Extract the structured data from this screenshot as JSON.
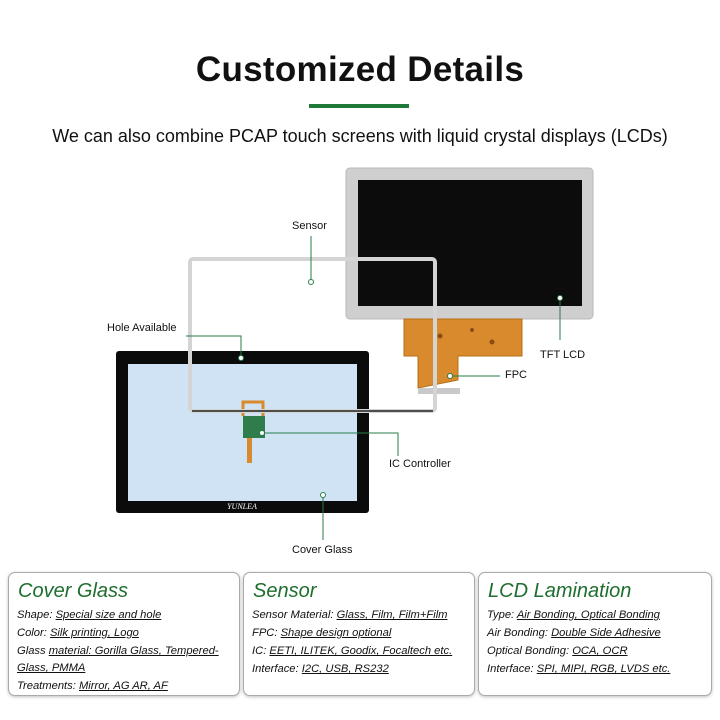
{
  "header": {
    "title": "Customized Details",
    "subtitle": "We can also combine PCAP touch screens with liquid crystal displays (LCDs)"
  },
  "diagram": {
    "brand": "YUNLEA",
    "callouts": {
      "sensor": "Sensor",
      "hole": "Hole Available",
      "tft": "TFT LCD",
      "fpc": "FPC",
      "ic": "IC Controller",
      "cover": "Cover Glass"
    },
    "colors": {
      "lcd_frame": "#cfcfcf",
      "lcd_screen": "#0c0c0c",
      "fpc": "#d88a2c",
      "cover_bezel": "#0b0b0b",
      "cover_glass": "#cfe3f5",
      "leader": "#2a7d4a"
    }
  },
  "boxes": [
    {
      "title": "Cover Glass",
      "lines": [
        {
          "k": "Shape: ",
          "v": "Special size and hole"
        },
        {
          "k": "Color: ",
          "v": "Silk printing, Logo"
        },
        {
          "k": "Glass ",
          "v": "material: Gorilla Glass, Tempered-Glass, PMMA"
        },
        {
          "k": "Treatments: ",
          "v": "Mirror, AG AR, AF"
        }
      ]
    },
    {
      "title": "Sensor",
      "lines": [
        {
          "k": "Sensor Material: ",
          "v": "Glass, Film, Film+Film"
        },
        {
          "k": "FPC: ",
          "v": "Shape design optional"
        },
        {
          "k": "IC: ",
          "v": "EETI, ILITEK, Goodix, Focaltech etc."
        },
        {
          "k": "Interface: ",
          "v": "I2C, USB, RS232"
        }
      ]
    },
    {
      "title": "LCD Lamination",
      "lines": [
        {
          "k": "Type: ",
          "v": "Air Bonding, Optical Bonding"
        },
        {
          "k": "Air Bonding: ",
          "v": "Double Side Adhesive"
        },
        {
          "k": "Optical Bonding: ",
          "v": "OCA, OCR"
        },
        {
          "k": "Interface: ",
          "v": "SPI, MIPI, RGB, LVDS etc."
        }
      ]
    }
  ]
}
